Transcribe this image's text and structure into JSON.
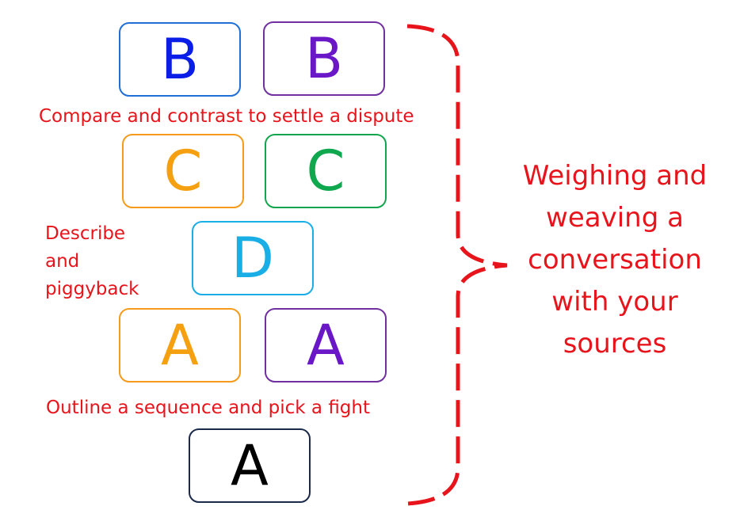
{
  "colors": {
    "red": "#e8141b",
    "blue_b": "#1f6fd6",
    "purple": "#7030a0",
    "orange": "#f59b1c",
    "green": "#11a64c",
    "cyan": "#19aee6",
    "navy": "#1b2a4a"
  },
  "boxes": [
    {
      "letter": "B",
      "border": "#1f6fd6",
      "text_color": "#0a1ee8"
    },
    {
      "letter": "B",
      "border": "#7030a0",
      "text_color": "#6a17c8"
    },
    {
      "letter": "C",
      "border": "#f59b1c",
      "text_color": "#f5a011"
    },
    {
      "letter": "C",
      "border": "#11a64c",
      "text_color": "#0fa84e"
    },
    {
      "letter": "D",
      "border": "#19aee6",
      "text_color": "#19aee6"
    },
    {
      "letter": "A",
      "border": "#f59b1c",
      "text_color": "#f5a011"
    },
    {
      "letter": "A",
      "border": "#7030a0",
      "text_color": "#6a17c8"
    },
    {
      "letter": "A",
      "border": "#1b2a4a",
      "text_color": "#000000"
    }
  ],
  "labels": {
    "compare": "Compare and contrast to settle a dispute",
    "describe": [
      "Describe",
      "and",
      "piggyback"
    ],
    "outline": "Outline a sequence and pick a  fight"
  },
  "side_text": [
    "Weighing and",
    "weaving a",
    "conversation",
    "with your",
    "sources"
  ]
}
